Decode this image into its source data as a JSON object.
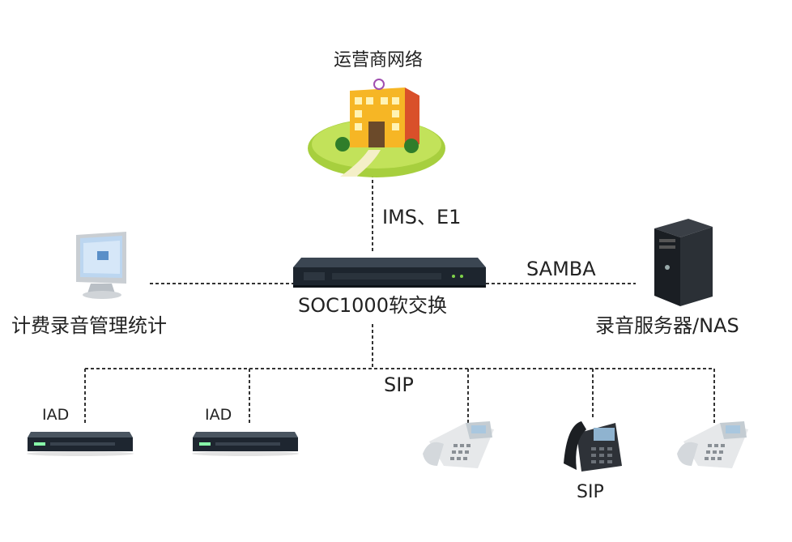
{
  "nodes": {
    "carrier": {
      "label": "运营商网络",
      "icon": "building-icon"
    },
    "softswitch": {
      "label": "SOC1000软交换",
      "icon": "rack-server-icon"
    },
    "billing": {
      "label": "计费录音管理统计",
      "icon": "computer-monitor-icon"
    },
    "recorder": {
      "label": "录音服务器/NAS",
      "icon": "tower-server-icon"
    },
    "iad1": {
      "label": "IAD",
      "icon": "iad-device-icon"
    },
    "iad2": {
      "label": "IAD",
      "icon": "iad-device-icon"
    },
    "phone1": {
      "icon": "desk-phone-icon"
    },
    "phone2": {
      "label": "SIP",
      "icon": "sip-phone-icon"
    },
    "phone3": {
      "icon": "desk-phone-icon"
    }
  },
  "links": {
    "uplink": "IMS、E1",
    "storage": "SAMBA",
    "access": "SIP"
  },
  "colors": {
    "line": "#333333",
    "building": "#f2b01e",
    "grass": "#9ccc3a"
  }
}
